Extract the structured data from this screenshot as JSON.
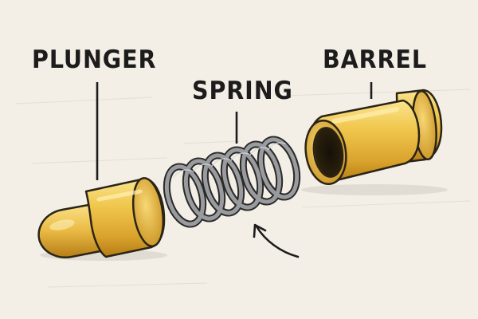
{
  "labels": {
    "plunger": "PLUNGER",
    "spring": "SPRING",
    "barrel": "BARREL"
  },
  "colors": {
    "background": "#f4efe6",
    "brass_light": "#f6d66a",
    "brass_mid": "#e2b33a",
    "brass_dark": "#b47c14",
    "outline": "#2a2418",
    "spring_steel": "#8f9093",
    "text": "#1c1c1c"
  }
}
